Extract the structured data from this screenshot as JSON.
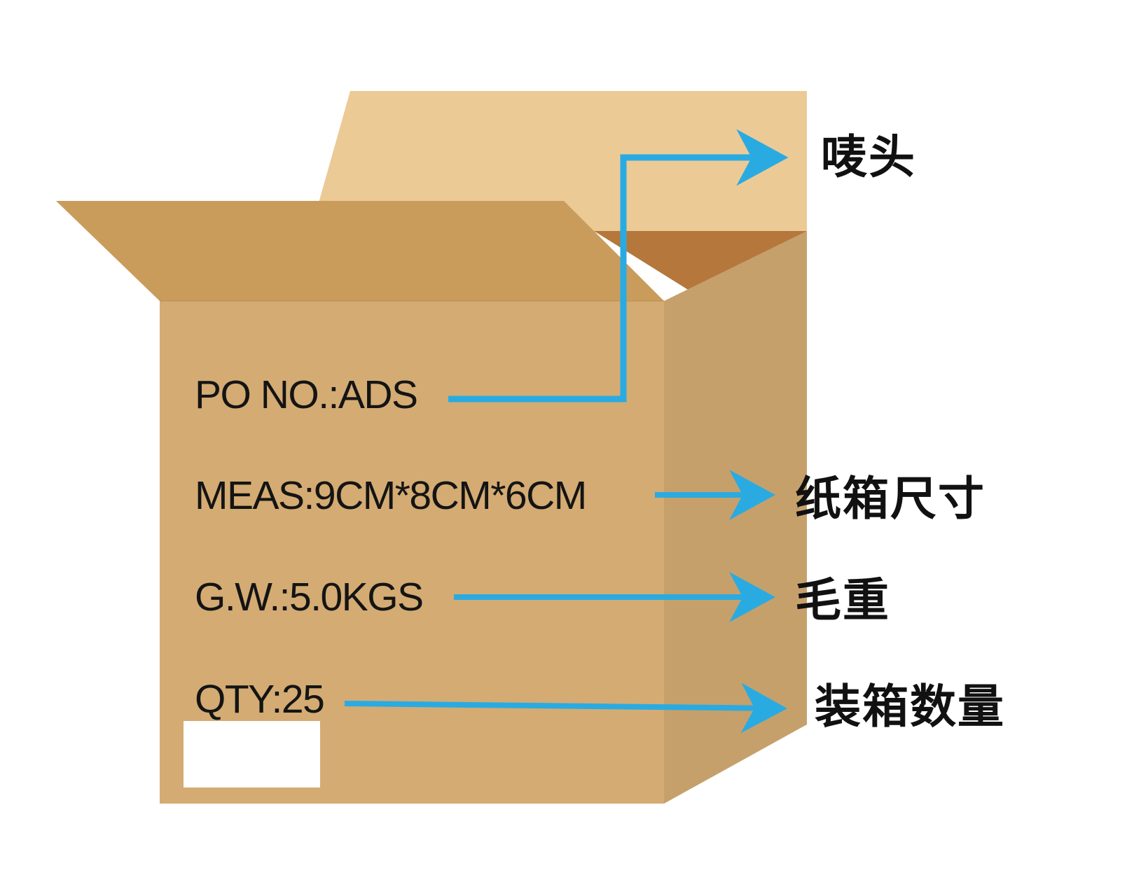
{
  "diagram": {
    "title": "Carton shipping mark illustration",
    "colors": {
      "background": "#ffffff",
      "front_panel": "#d4ab73",
      "top_flap": "#ecca96",
      "front_flap": "#c99c5c",
      "inner_shadow": "#b5773c",
      "side_panel": "#c6a06b",
      "side_panel_dark": "#bf9763",
      "arrow_blue": "#29abe2",
      "text_black": "#141414",
      "label_white": "#ffffff"
    },
    "carton": {
      "name": "cardboard-carton",
      "white_label_name": "blank-shipping-label"
    },
    "markings": [
      {
        "id": "po",
        "text": "PO NO.:ADS"
      },
      {
        "id": "meas",
        "text": "MEAS:9CM*8CM*6CM"
      },
      {
        "id": "gw",
        "text": "G.W.:5.0KGS"
      },
      {
        "id": "qty",
        "text": "QTY:25"
      }
    ],
    "annotations": [
      {
        "id": "mark",
        "text": "唛头",
        "connects_to": "po"
      },
      {
        "id": "meas_cn",
        "text": "纸箱尺寸",
        "connects_to": "meas"
      },
      {
        "id": "gw_cn",
        "text": "毛重",
        "connects_to": "gw"
      },
      {
        "id": "qty_cn",
        "text": "装箱数量",
        "connects_to": "qty"
      }
    ]
  }
}
